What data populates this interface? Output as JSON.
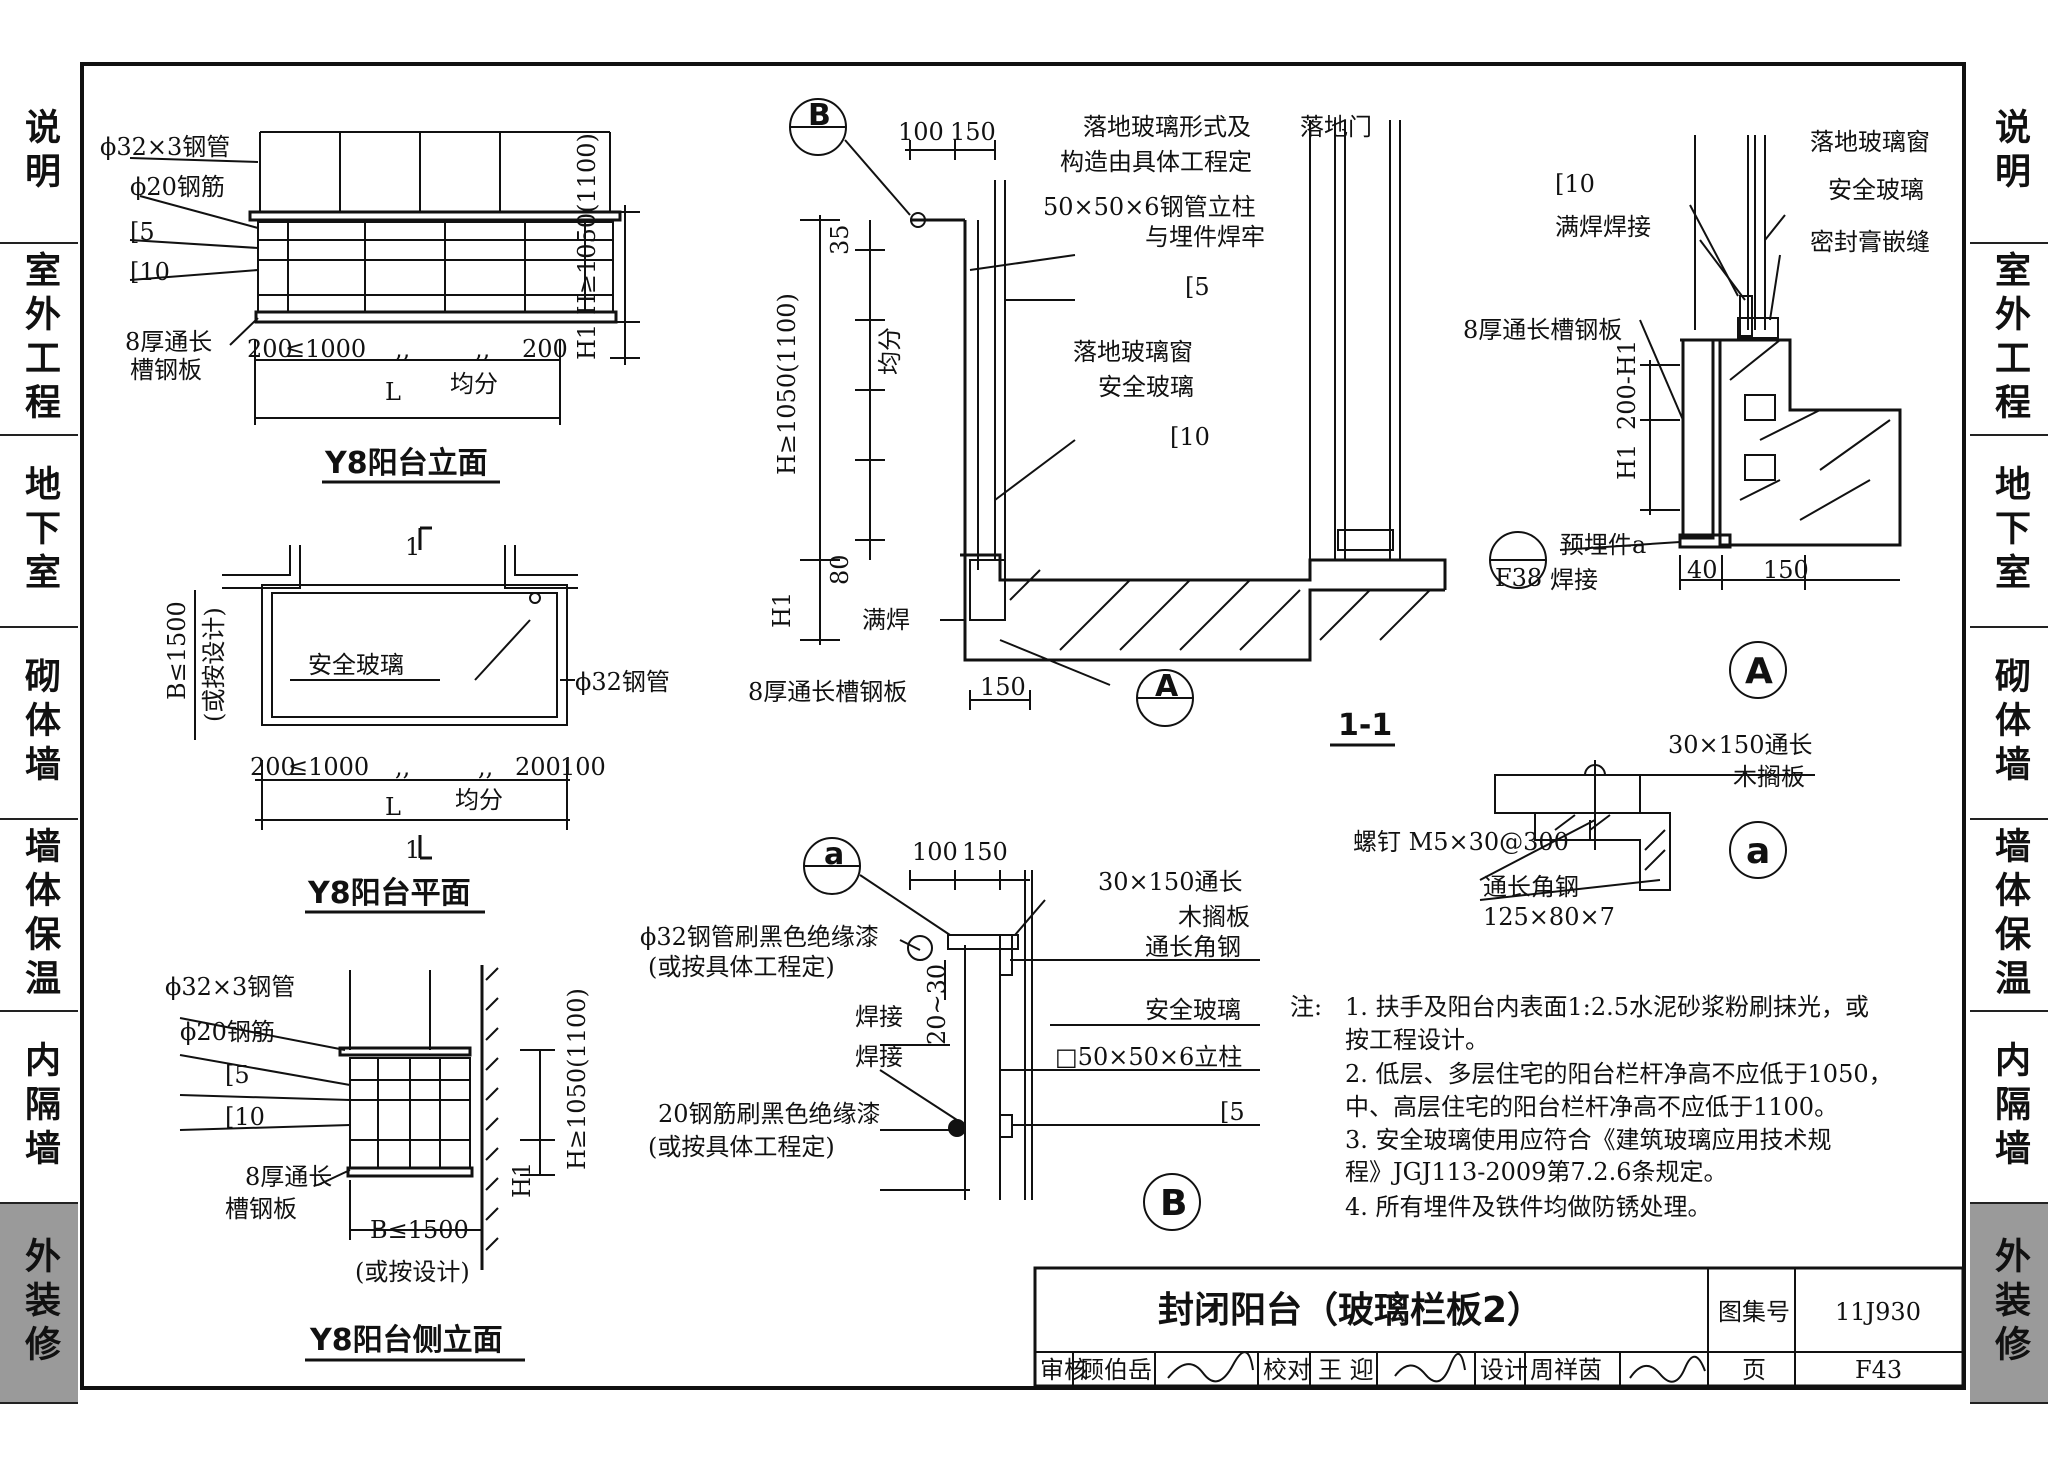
{
  "side_tabs": [
    "说明",
    "室外工程",
    "地下室",
    "砌体墙",
    "墙体保温",
    "内隔墙",
    "外装修"
  ],
  "active_tab": "外装修",
  "elevation": {
    "title": "Y8阳台立面",
    "labels": [
      "ϕ32×3钢管",
      "ϕ20钢筋",
      "[5",
      "[10",
      "8厚通长",
      "槽钢板"
    ],
    "dims": [
      "200",
      "≤1000",
      ",,",
      ",,",
      "200",
      "L",
      "均分",
      "H≥1050(1100)",
      "H1"
    ]
  },
  "plan": {
    "title": "Y8阳台平面",
    "labels": [
      "安全玻璃",
      "ϕ32钢管",
      "B≤1500",
      "(或按设计)",
      "1"
    ],
    "dims": [
      "200",
      "≤1000",
      ",,",
      ",,",
      "200",
      "100",
      "L",
      "均分"
    ]
  },
  "side_elev": {
    "title": "Y8阳台侧立面",
    "labels": [
      "ϕ32×3钢管",
      "ϕ20钢筋",
      "[5",
      "[10",
      "8厚通长",
      "槽钢板"
    ],
    "dims": [
      "B≤1500",
      "(或按设计)",
      "H≥1050(1100)",
      "H1"
    ]
  },
  "section": {
    "title": "1-1",
    "labels": [
      "落地玻璃形式及",
      "构造由具体工程定",
      "50×50×6钢管立柱",
      "与埋件焊牢",
      "[5",
      "落地玻璃窗",
      "安全玻璃",
      "[10",
      "满焊",
      "8厚通长槽钢板",
      "落地门"
    ],
    "dims": [
      "100",
      "150",
      "H≥1050(1100)",
      "35",
      "均分",
      "80",
      "H1",
      "150"
    ],
    "callouts": [
      "B",
      "A"
    ]
  },
  "detail_a_upper": {
    "mark": "A",
    "labels": [
      "[10",
      "满焊焊接",
      "8厚通长槽钢板",
      "落地玻璃窗",
      "安全玻璃",
      "密封膏嵌缝",
      "预埋件a",
      "焊接",
      "F38"
    ],
    "dims": [
      "200-H1",
      "H1",
      "40",
      "150"
    ]
  },
  "detail_a_lower": {
    "mark": "a",
    "labels": [
      "30×150通长",
      "木搁板",
      "螺钉 M5×30@300",
      "通长角钢",
      "125×80×7"
    ]
  },
  "detail_b": {
    "mark": "B",
    "labels": [
      "ϕ32钢管刷黑色绝缘漆",
      "(或按具体工程定)",
      "30×150通长",
      "木搁板",
      "通长角钢",
      "焊接",
      "焊接",
      "安全玻璃",
      "□50×50×6立柱",
      "[5",
      "20钢筋刷黑色绝缘漆",
      "(或按具体工程定)",
      "a"
    ],
    "dims": [
      "100",
      "150",
      "20~30"
    ]
  },
  "notes": {
    "head": "注:",
    "items": [
      "1. 扶手及阳台内表面1:2.5水泥砂浆粉刷抹光，或",
      "   按工程设计。",
      "2. 低层、多层住宅的阳台栏杆净高不应低于1050，",
      "   中、高层住宅的阳台栏杆净高不应低于1100。",
      "3. 安全玻璃使用应符合《建筑玻璃应用技术规",
      "   程》JGJ113-2009第7.2.6条规定。",
      "4. 所有埋件及铁件均做防锈处理。"
    ]
  },
  "title_block": {
    "title": "封闭阳台（玻璃栏板2）",
    "atlas_label": "图集号",
    "atlas_no": "11J930",
    "page_label": "页",
    "page_no": "F43",
    "review_label": "审核",
    "reviewer": "顾伯岳",
    "check_label": "校对",
    "checker": "王 迎",
    "design_label": "设计",
    "designer": "周祥茵"
  }
}
